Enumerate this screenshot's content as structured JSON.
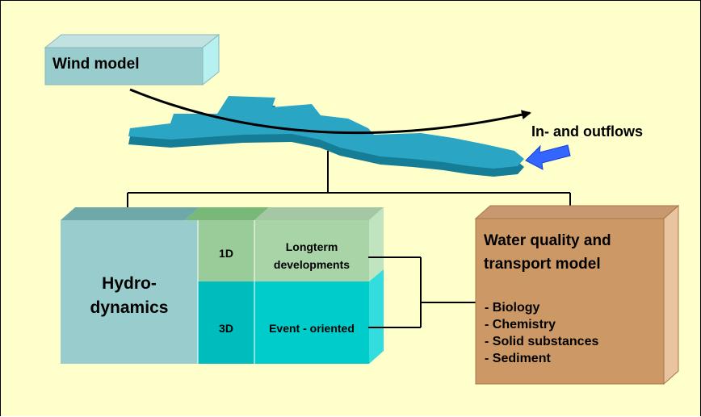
{
  "colors": {
    "background": "#ffffcc",
    "wind_box": "#99cccc",
    "lake": "#2aa6c4",
    "hydro_box": "#99cccc",
    "row_1d": "#99cc99",
    "row_3d": "#00cccc",
    "wq_box": "#cc9966",
    "inflow_arrow": "#3366ff"
  },
  "wind": {
    "label": "Wind model"
  },
  "flows": {
    "label": "In- and outflows"
  },
  "hydro": {
    "line1": "Hydro-",
    "line2": "dynamics"
  },
  "row_1d": {
    "dim": "1D",
    "desc_line1": "Longterm",
    "desc_line2": "developments"
  },
  "row_3d": {
    "dim": "3D",
    "desc": "Event - oriented"
  },
  "water_quality": {
    "title_line1": "Water quality and",
    "title_line2": "transport model",
    "items": [
      "- Biology",
      "- Chemistry",
      "- Solid substances",
      "- Sediment"
    ]
  }
}
